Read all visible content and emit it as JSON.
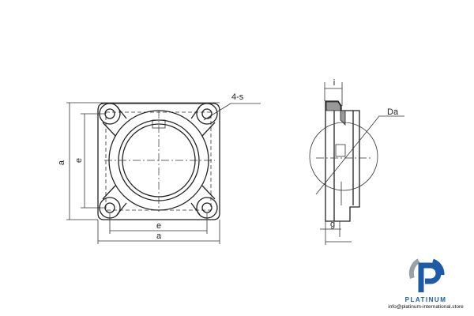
{
  "front_view": {
    "labels": {
      "a_vertical": "a",
      "e_vertical": "e",
      "e_horizontal": "e",
      "a_horizontal": "a",
      "holes": "4-s"
    }
  },
  "side_view": {
    "labels": {
      "i": "i",
      "da": "Da",
      "g": "g"
    }
  },
  "brand": {
    "name": "PLATINUM",
    "email": "info@platinum-international.store",
    "colors": {
      "primary": "#1d5aa8",
      "secondary": "#9aa0a8"
    }
  }
}
